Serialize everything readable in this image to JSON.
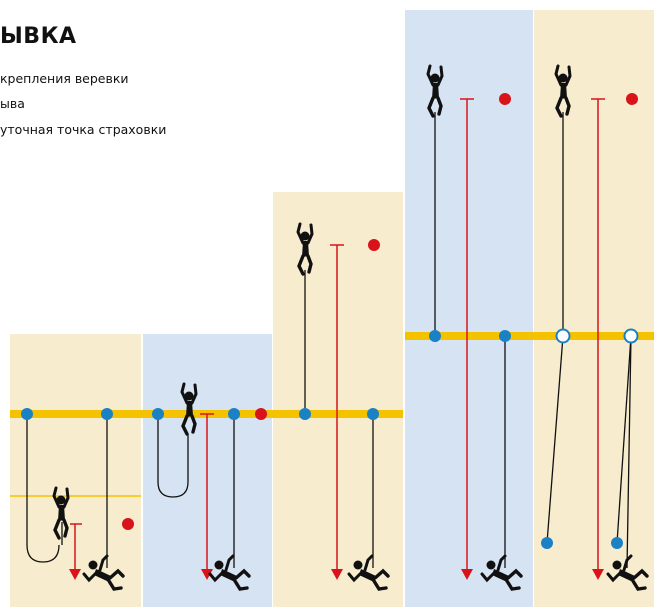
{
  "title": "ЫВКА",
  "legend": [
    "крепления веревки",
    "ыва",
    "уточная точка страховки"
  ],
  "colors": {
    "panel_beige": "#f7eccd",
    "panel_blue": "#d6e3f3",
    "yellow_line": "#f5c200",
    "anchor_blue": "#1a82c4",
    "fall_red": "#d8141a",
    "rope": "#111111"
  },
  "icons": [
    "climber-icon",
    "fallen-climber-icon",
    "anchor-point-icon",
    "fall-arrow-icon",
    "belay-point-icon"
  ]
}
